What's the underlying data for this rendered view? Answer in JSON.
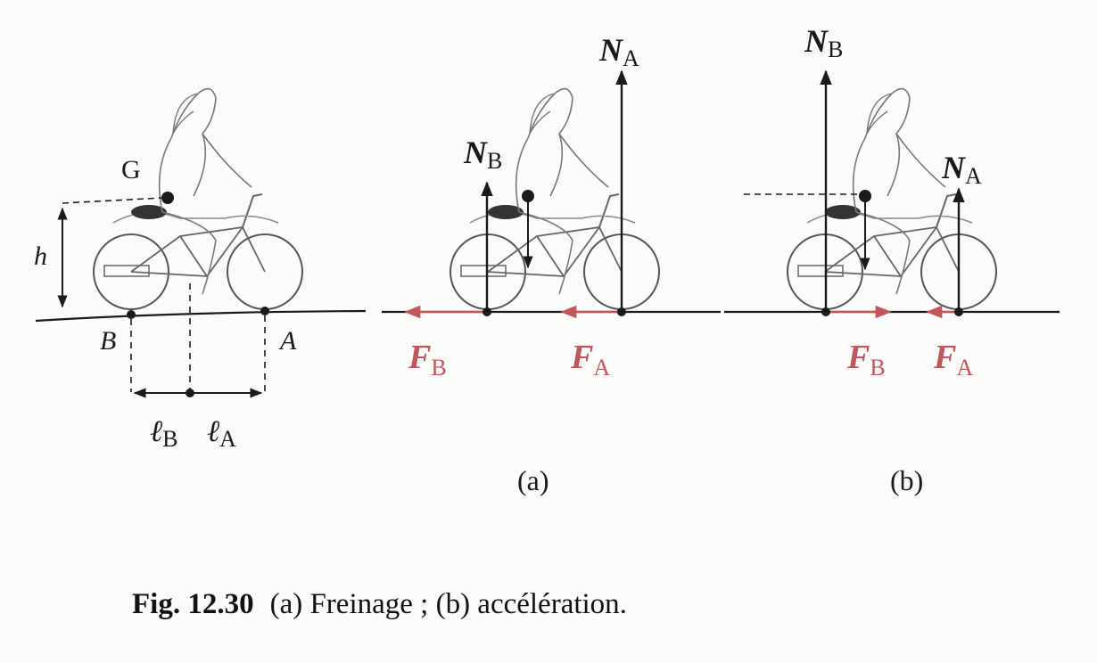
{
  "left_diagram": {
    "centre_label": "G",
    "height_label": "h",
    "rear_point_label": "B",
    "front_point_label": "A",
    "dist_rear": {
      "symbol": "ℓ",
      "sub": "B"
    },
    "dist_front": {
      "symbol": "ℓ",
      "sub": "A"
    }
  },
  "panel_a": {
    "tag": "(a)",
    "normal_front": {
      "symbol": "N",
      "sub": "A"
    },
    "normal_rear": {
      "symbol": "N",
      "sub": "B"
    },
    "friction_rear": {
      "symbol": "F",
      "sub": "B"
    },
    "friction_front": {
      "symbol": "F",
      "sub": "A"
    }
  },
  "panel_b": {
    "tag": "(b)",
    "normal_rear": {
      "symbol": "N",
      "sub": "B"
    },
    "normal_front": {
      "symbol": "N",
      "sub": "A"
    },
    "friction_rear": {
      "symbol": "F",
      "sub": "B"
    },
    "friction_front": {
      "symbol": "F",
      "sub": "A"
    }
  },
  "caption": {
    "fig_number": "Fig. 12.30",
    "text": "(a) Freinage ; (b) accélération."
  },
  "colors": {
    "ink": "#1a1a1a",
    "force_red": "#c0565a",
    "sketch": "#555555"
  }
}
